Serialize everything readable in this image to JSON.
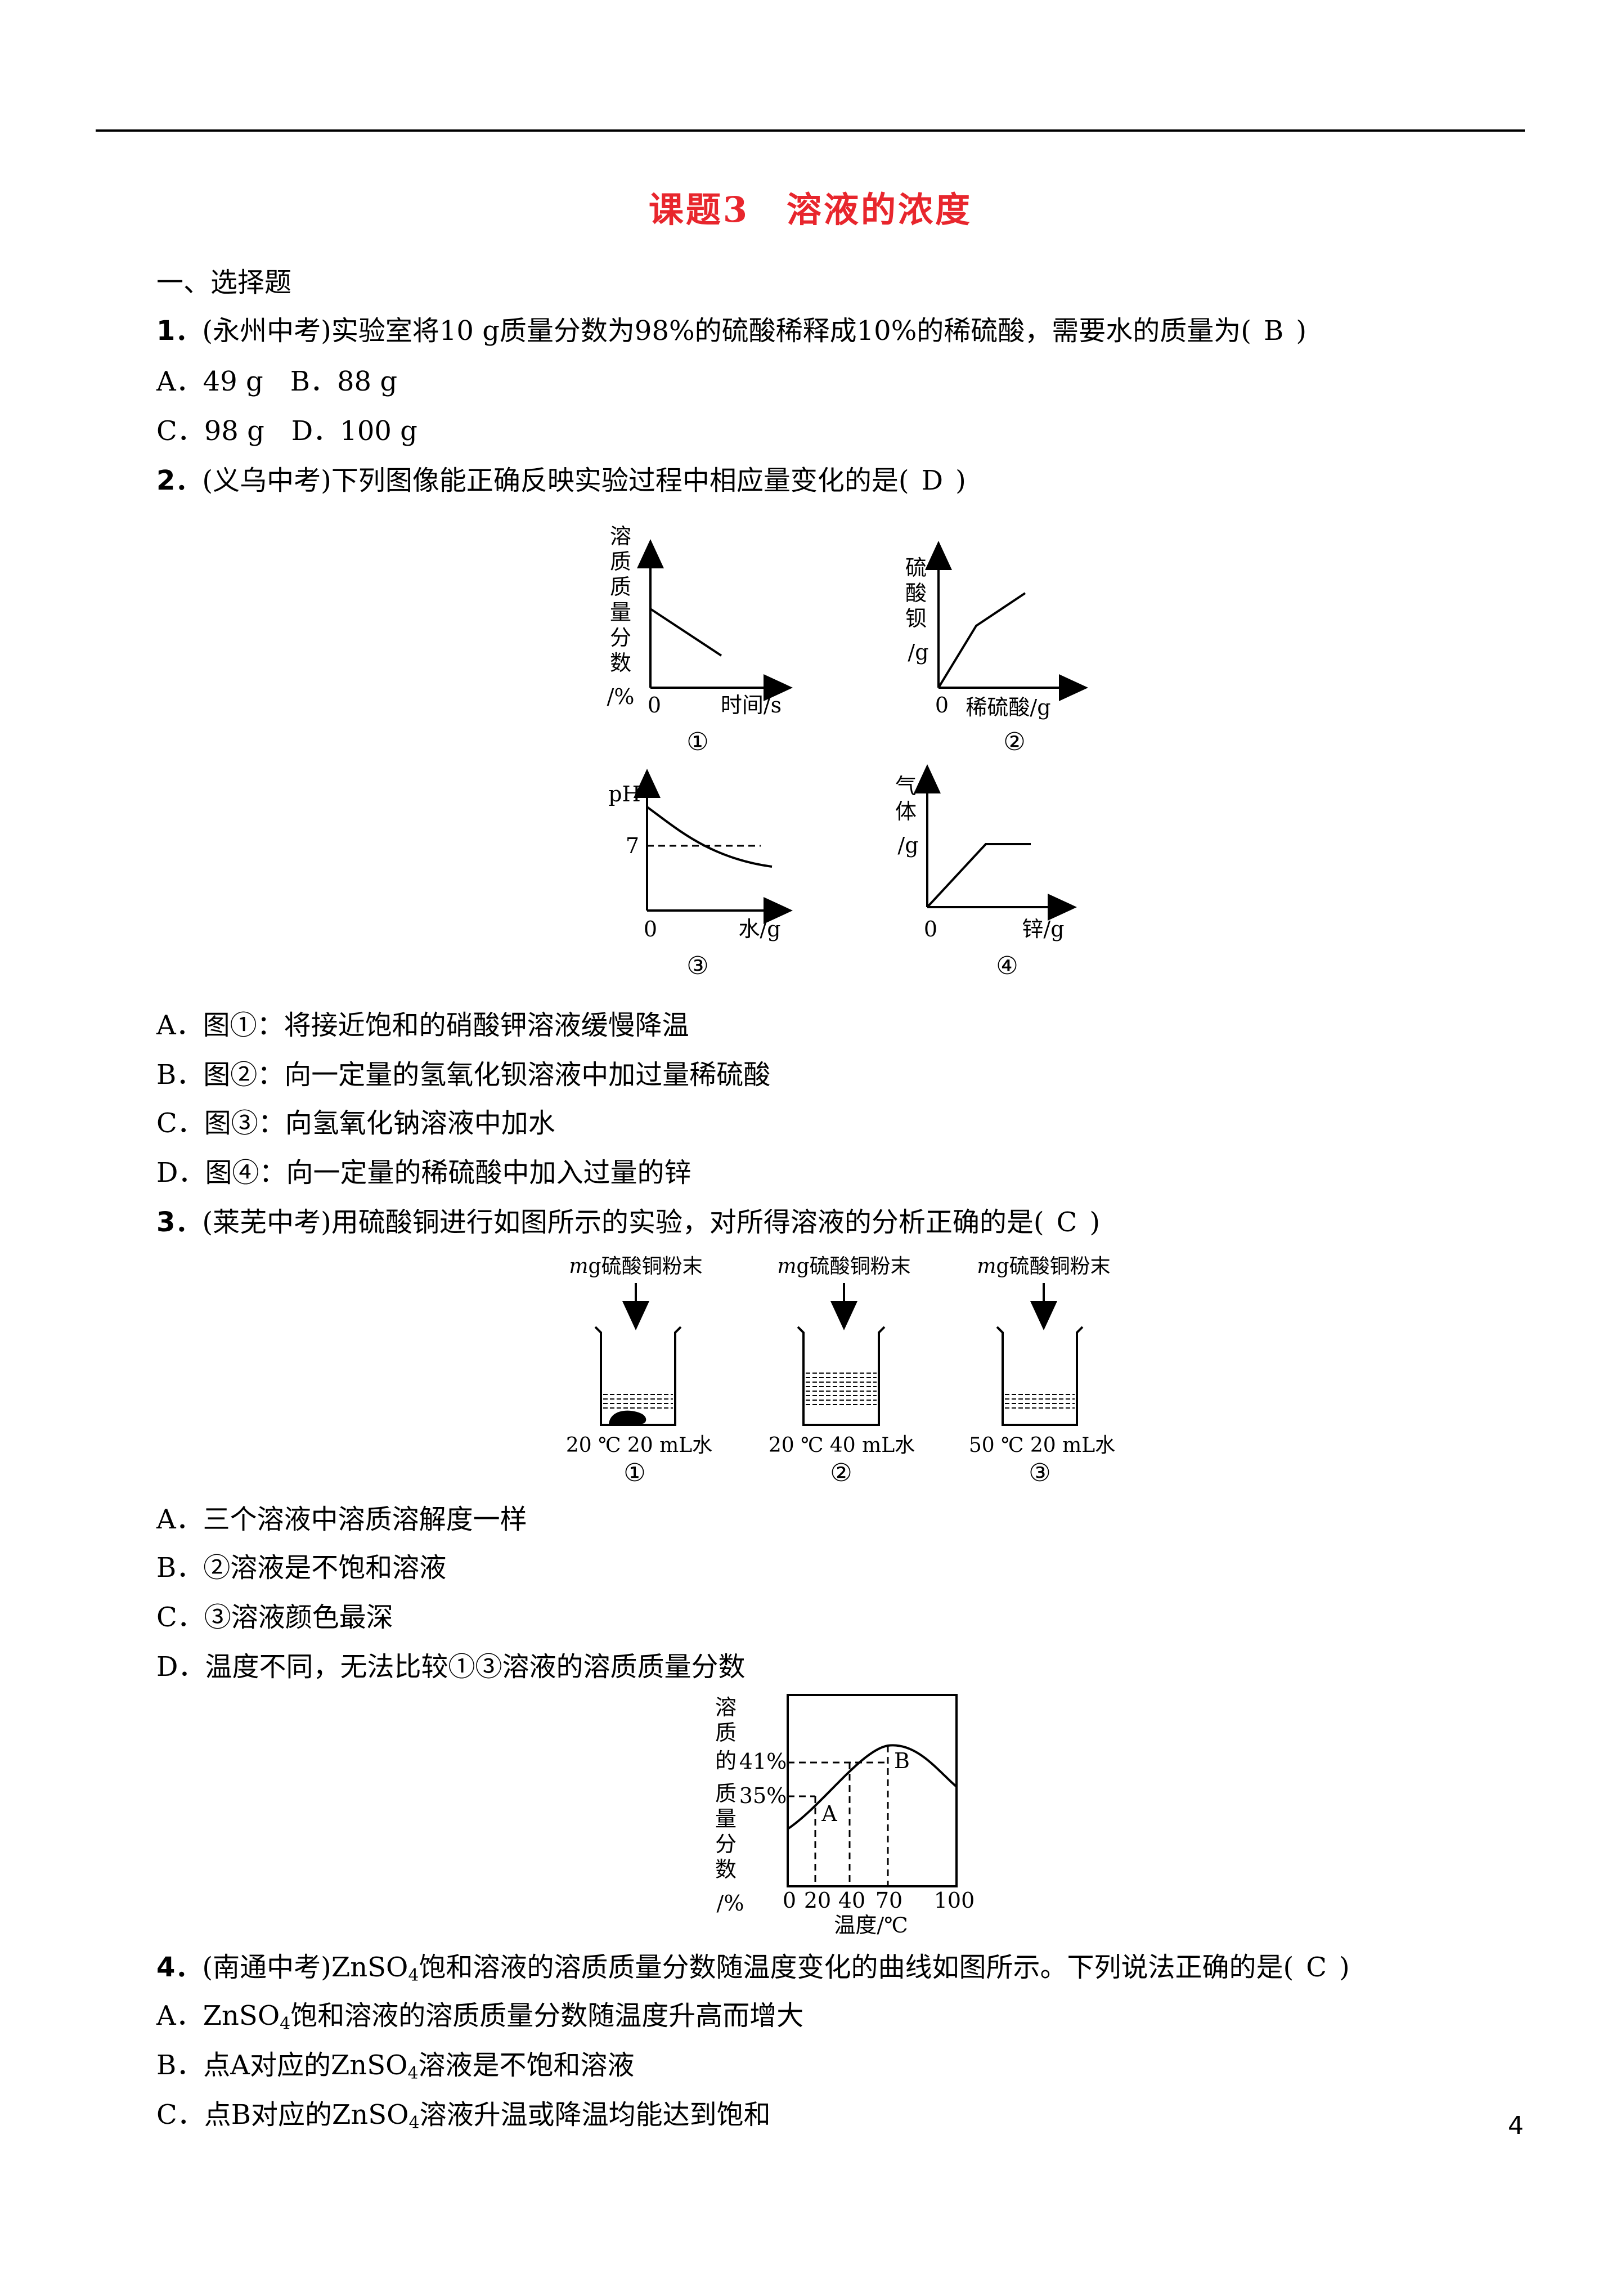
{
  "title": "课题3　溶液的浓度",
  "section": "一、选择题",
  "q1": {
    "num": "1．",
    "text": "(永州中考)实验室将10 g质量分数为98%的硫酸稀释成10%的稀硫酸，需要水的质量为(",
    "answer": "B",
    "close": ")",
    "options": [
      "A．49 g　B．88 g",
      "C．98 g　D．100 g"
    ]
  },
  "q2": {
    "num": "2．",
    "text": "(义乌中考)下列图像能正确反映实验过程中相应量变化的是(",
    "answer": "D",
    "close": ")",
    "graphs": [
      {
        "ylabel": [
          "溶",
          "质",
          "质",
          "量",
          "分",
          "数",
          "/%"
        ],
        "origin": "0",
        "xlabel": "时间/s",
        "caption": "①"
      },
      {
        "ylabel": [
          "硫",
          "酸",
          "钡",
          "/g"
        ],
        "origin": "0",
        "xlabel": "稀硫酸/g",
        "caption": "②"
      },
      {
        "ylabel": [
          "pH"
        ],
        "tick": "7",
        "origin": "0",
        "xlabel": "水/g",
        "caption": "③"
      },
      {
        "ylabel": [
          "气",
          "体",
          "/g"
        ],
        "origin": "0",
        "xlabel": "锌/g",
        "caption": "④"
      }
    ],
    "options": [
      "A．图①：将接近饱和的硝酸钾溶液缓慢降温",
      "B．图②：向一定量的氢氧化钡溶液中加过量稀硫酸",
      "C．图③：向氢氧化钠溶液中加水",
      "D．图④：向一定量的稀硫酸中加入过量的锌"
    ]
  },
  "q3": {
    "num": "3．",
    "text": "(莱芜中考)用硫酸铜进行如图所示的实验，对所得溶液的分析正确的是(",
    "answer": "C",
    "close": ")",
    "beakers": [
      {
        "top_m": "m",
        "top_rest": "g硫酸铜粉末",
        "label": "20 ℃ 20 mL水",
        "caption": "①"
      },
      {
        "top_m": "m",
        "top_rest": "g硫酸铜粉末",
        "label": "20 ℃ 40 mL水",
        "caption": "②"
      },
      {
        "top_m": "m",
        "top_rest": "g硫酸铜粉末",
        "label": "50 ℃ 20 mL水",
        "caption": "③"
      }
    ],
    "options": [
      "A．三个溶液中溶质溶解度一样",
      "B．②溶液是不饱和溶液",
      "C．③溶液颜色最深",
      "D．温度不同，无法比较①③溶液的溶质质量分数"
    ]
  },
  "q4": {
    "num": "4．",
    "text_pre": "(南通中考)ZnSO",
    "sub": "4",
    "text_post": "饱和溶液的溶质质量分数随温度变化的曲线如图所示。下列说法正确的是(",
    "answer": "C",
    "close": ")",
    "graph": {
      "ylabel": [
        "溶",
        "质",
        "的",
        "质",
        "量",
        "分",
        "数",
        "/%"
      ],
      "y41": "41%",
      "y35": "35%",
      "xticks": [
        "0",
        "20",
        "40",
        "70",
        "100"
      ],
      "xlabel": "温度/℃",
      "pointA": "A",
      "pointB": "B"
    },
    "options": [
      {
        "pre": "A．ZnSO",
        "sub": "4",
        "post": "饱和溶液的溶质质量分数随温度升高而增大"
      },
      {
        "pre": "B．点A对应的ZnSO",
        "sub": "4",
        "post": "溶液是不饱和溶液"
      },
      {
        "pre": "C．点B对应的ZnSO",
        "sub": "4",
        "post": "溶液升温或降温均能达到饱和"
      }
    ]
  },
  "page_number": "4"
}
